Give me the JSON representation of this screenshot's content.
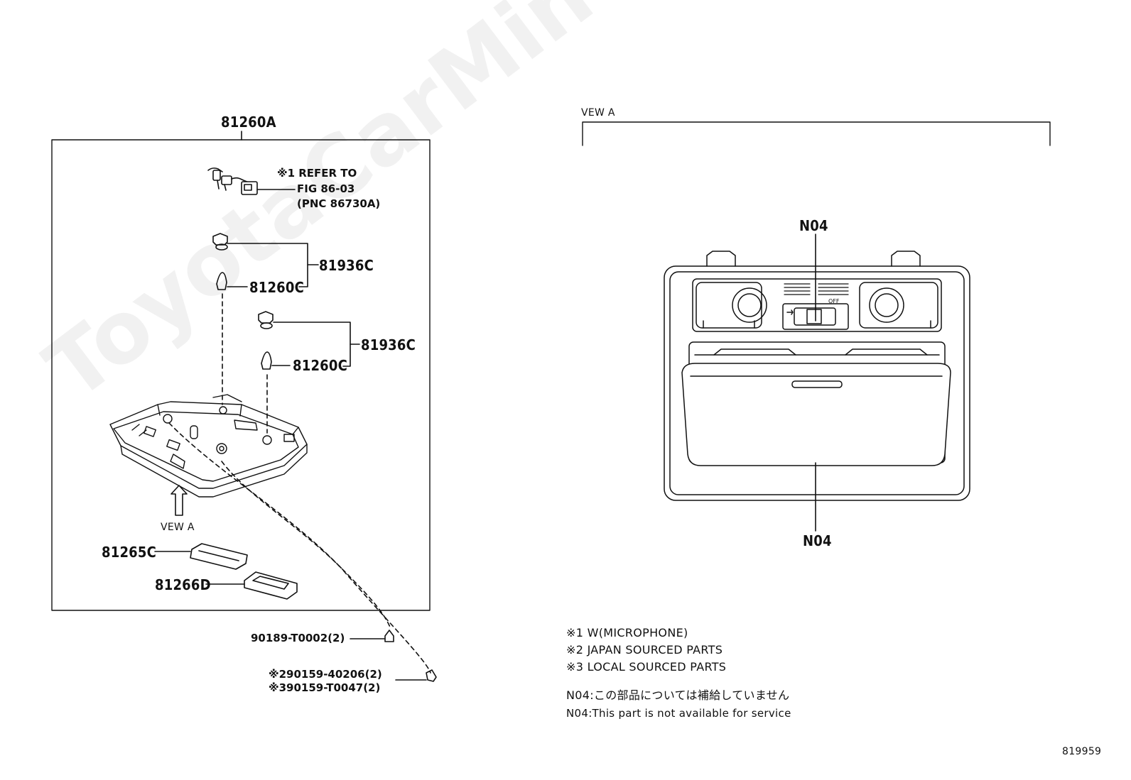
{
  "watermark": "ToyotaCarMine.ru",
  "left_assembly": {
    "frame_label": "81260A",
    "refer_note": [
      "※1 REFER TO",
      "FIG 86-03",
      "(PNC 86730A)"
    ],
    "parts": {
      "p81936c_1": "81936C",
      "p81260c_1": "81260C",
      "p81936c_2": "81936C",
      "p81260c_2": "81260C",
      "p81265c": "81265C",
      "p81266d": "81266D"
    },
    "view_arrow_label": "VEW A",
    "screw_1": "90189-T0002(2)",
    "screw_2": "※290159-40206(2)",
    "screw_3": "※390159-T0047(2)"
  },
  "right_view": {
    "title": "VEW A",
    "n04_top": "N04",
    "n04_bottom": "N04",
    "switch_off": "OFF"
  },
  "notes": [
    "※1 W(MICROPHONE)",
    "※2 JAPAN SOURCED PARTS",
    "※3 LOCAL SOURCED PARTS"
  ],
  "n04_note_jp": "N04:この部品については補給していません",
  "n04_note_en": "N04:This part is not available for service",
  "figure_id": "819959"
}
